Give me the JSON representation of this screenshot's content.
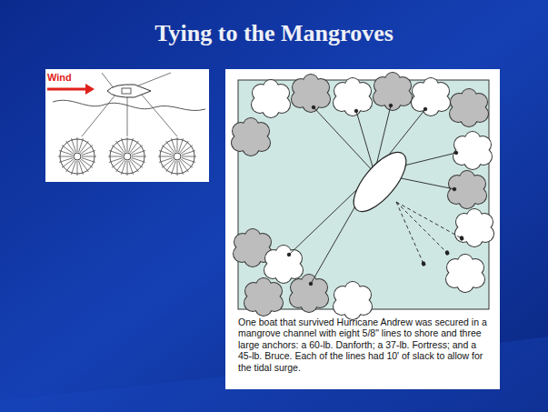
{
  "diagram": {
    "title": "Tying to the Mangroves",
    "caption": "One boat that survived Hurricane Andrew was secured in a mangrove channel with eight 5/8\" lines to shore and three large anchors: a 60-lb. Danforth; a 37-lb. Fortress; and a 45-lb. Bruce. Each of the lines had 10' of slack to allow for the tidal surge.",
    "labels": [
      "Wind"
    ]
  }
}
